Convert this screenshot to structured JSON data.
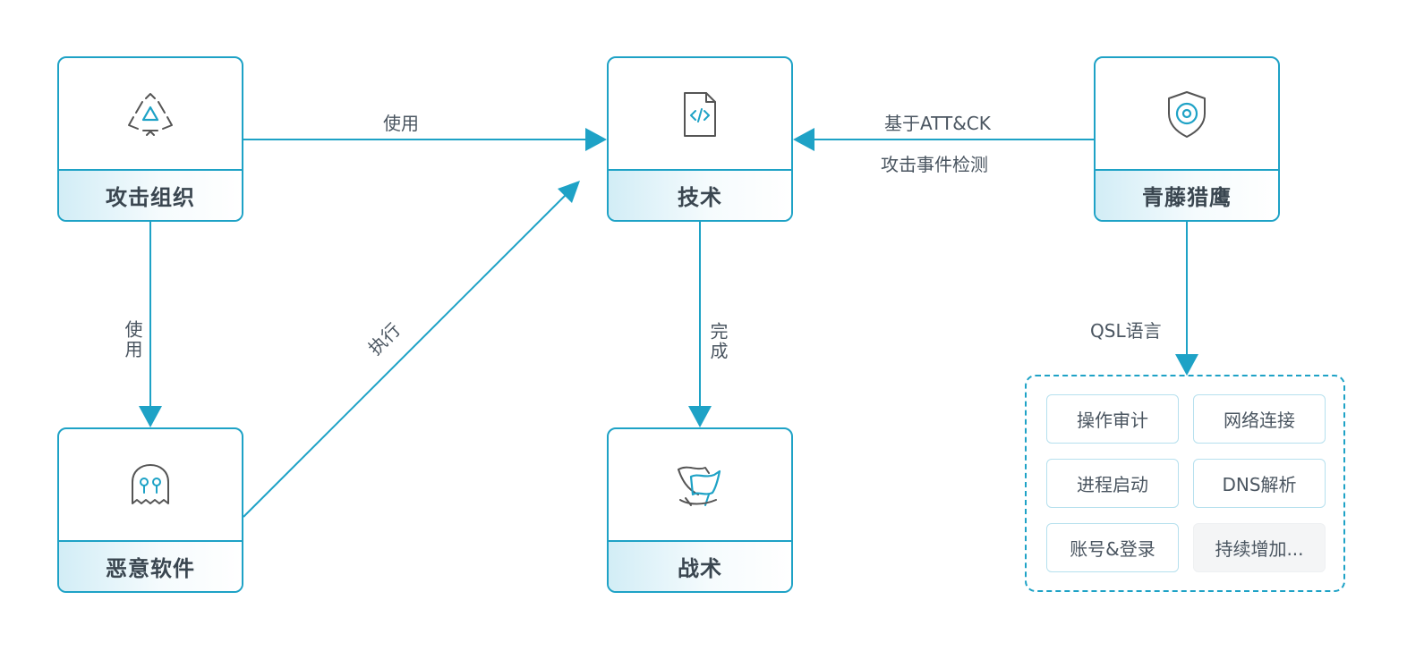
{
  "nodes": {
    "attack_group": {
      "label": "攻击组织",
      "icon": "recycle-triangle-icon"
    },
    "technique": {
      "label": "技术",
      "icon": "code-file-icon"
    },
    "qingteng": {
      "label": "青藤猎鹰",
      "icon": "shield-icon"
    },
    "malware": {
      "label": "恶意软件",
      "icon": "ghost-icon"
    },
    "tactic": {
      "label": "战术",
      "icon": "flag-icon"
    }
  },
  "edges": {
    "group_to_technique": "使用",
    "group_to_malware": "使用",
    "malware_to_technique": "执行",
    "technique_to_tactic": "完成",
    "qingteng_to_technique_line1": "基于ATT&CK",
    "qingteng_to_technique_line2": "攻击事件检测",
    "qingteng_to_container": "QSL语言"
  },
  "detections": [
    "操作审计",
    "网络连接",
    "进程启动",
    "DNS解析",
    "账号&登录",
    "持续增加..."
  ],
  "colors": {
    "accent": "#1ea2c6",
    "text": "#3a4650"
  }
}
